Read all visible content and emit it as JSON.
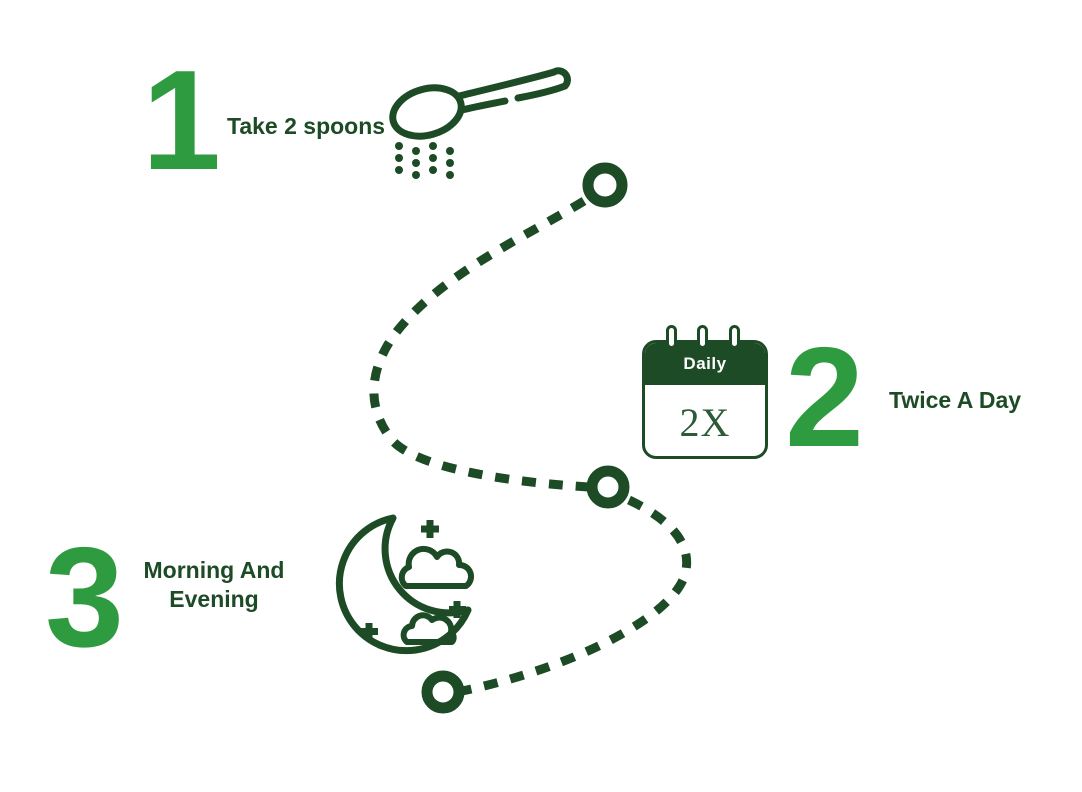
{
  "title": "Dosage instructions infographic",
  "colors": {
    "accent_green": "#2F9B40",
    "dark_green": "#1D4B26",
    "background": "#FFFFFF",
    "calendar_header_text": "#FFFFFF"
  },
  "steps": [
    {
      "number": "1",
      "label": "Take 2 spoons",
      "icon": "spoon-sprinkle-icon"
    },
    {
      "number": "2",
      "label": "Twice A Day",
      "icon": "calendar-daily-icon"
    },
    {
      "number": "3",
      "label": "Morning And Evening",
      "icon": "moon-clouds-icon"
    }
  ],
  "calendar": {
    "header_label": "Daily",
    "dose_label": "2X"
  },
  "route": {
    "style": "dashed-s-curve",
    "waypoints": 3
  }
}
